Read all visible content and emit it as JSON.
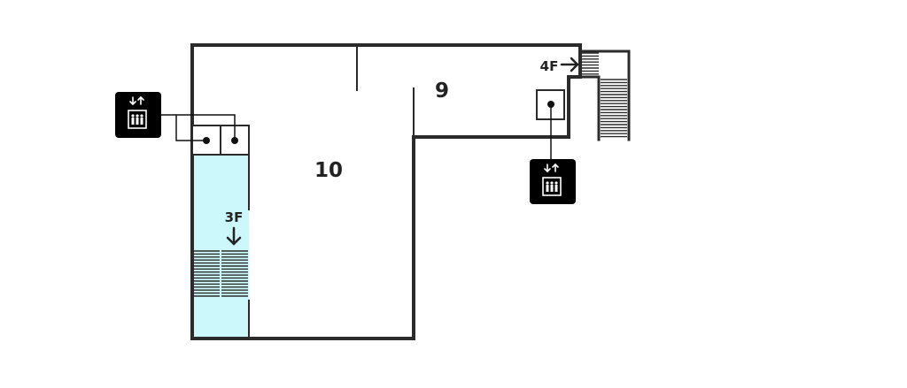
{
  "map": {
    "rooms": [
      {
        "id": "room-10",
        "label": "10"
      },
      {
        "id": "room-9",
        "label": "9"
      }
    ],
    "stairs": [
      {
        "id": "stairs-3f",
        "label": "3F",
        "direction": "down"
      },
      {
        "id": "stairs-4f",
        "label": "4F",
        "direction": "right"
      }
    ],
    "elevators": [
      {
        "id": "elevator-left",
        "icon": "elevator-icon"
      },
      {
        "id": "elevator-right",
        "icon": "elevator-icon"
      }
    ],
    "colors": {
      "wall": "#2b2b2b",
      "stair_area": "#ccf8fb",
      "icon_bg": "#000000",
      "icon_fg": "#ffffff",
      "background": "#ffffff"
    }
  }
}
